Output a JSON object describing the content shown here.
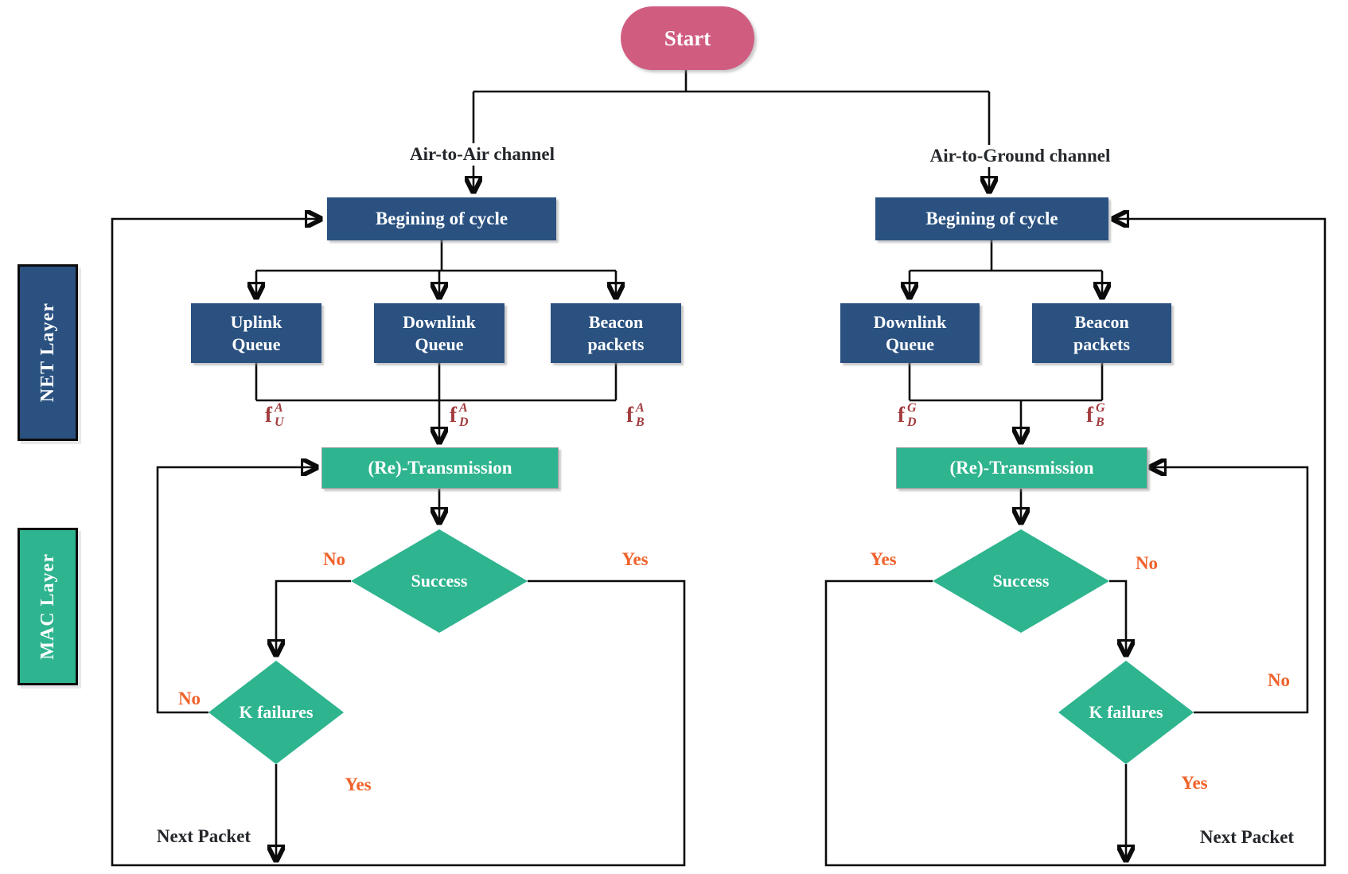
{
  "layers": {
    "net": "NET Layer",
    "mac": "MAC Layer"
  },
  "start": "Start",
  "colors": {
    "node_blue": "#2a5180",
    "node_green": "#2eb48f",
    "start_pink": "#d05c80",
    "decision_label_orange": "#f0622b",
    "flow_label_maroon": "#a23b3d",
    "line_black": "#0b0b0b"
  },
  "branches": {
    "left": {
      "channel": "Air-to-Air channel",
      "begin_cycle": "Begining of cycle",
      "queues": [
        {
          "line1": "Uplink",
          "line2": "Queue"
        },
        {
          "line1": "Downlink",
          "line2": "Queue"
        },
        {
          "line1": "Beacon",
          "line2": "packets"
        }
      ],
      "flow_labels": [
        {
          "base": "f",
          "sup": "A",
          "sub": "U"
        },
        {
          "base": "f",
          "sup": "A",
          "sub": "D"
        },
        {
          "base": "f",
          "sup": "A",
          "sub": "B"
        }
      ],
      "transmission": "(Re)-Transmission",
      "success": "Success",
      "k_failures": "K failures",
      "success_no": "No",
      "success_yes": "Yes",
      "k_no": "No",
      "k_yes": "Yes",
      "next_packet": "Next Packet"
    },
    "right": {
      "channel": "Air-to-Ground channel",
      "begin_cycle": "Begining of cycle",
      "queues": [
        {
          "line1": "Downlink",
          "line2": "Queue"
        },
        {
          "line1": "Beacon",
          "line2": "packets"
        }
      ],
      "flow_labels": [
        {
          "base": "f",
          "sup": "G",
          "sub": "D"
        },
        {
          "base": "f",
          "sup": "G",
          "sub": "B"
        }
      ],
      "transmission": "(Re)-Transmission",
      "success": "Success",
      "k_failures": "K failures",
      "success_yes": "Yes",
      "success_no": "No",
      "k_no": "No",
      "k_yes": "Yes",
      "next_packet": "Next Packet"
    }
  }
}
